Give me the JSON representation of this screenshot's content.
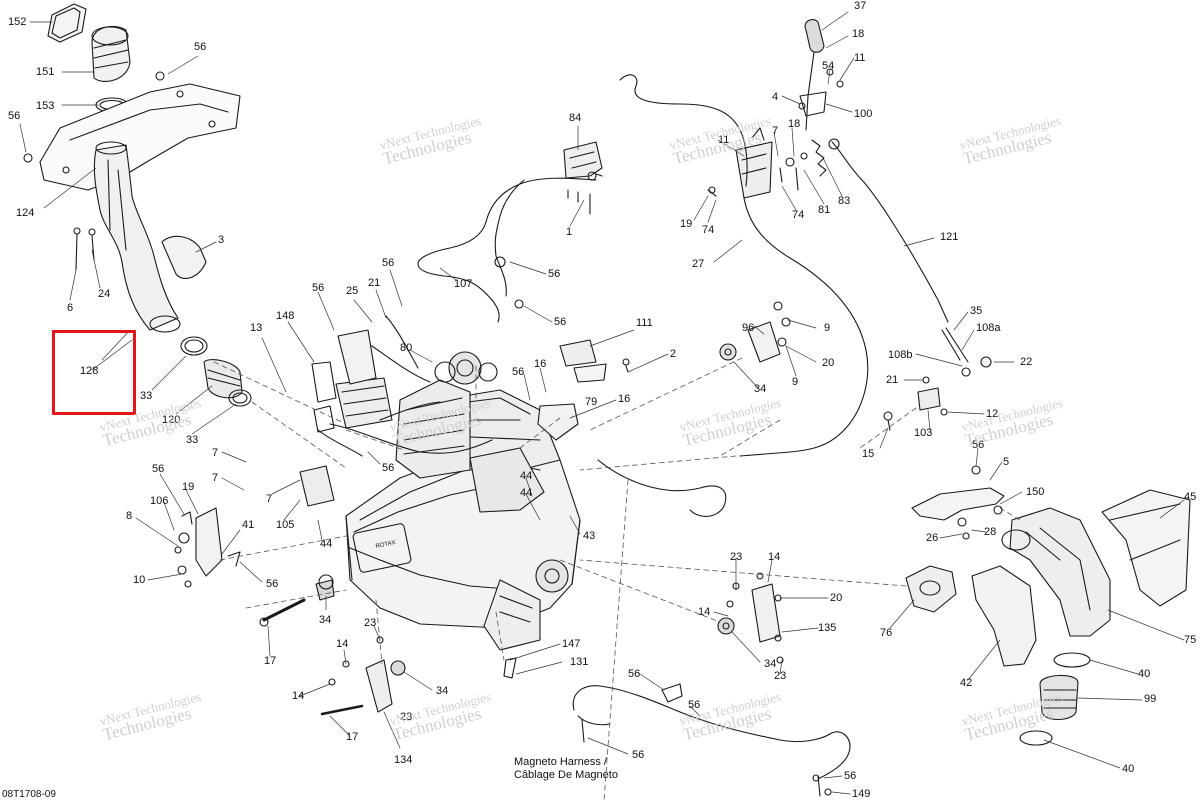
{
  "diagram": {
    "callouts": [
      {
        "id": "c1",
        "text": "152"
      },
      {
        "id": "c2",
        "text": "151"
      },
      {
        "id": "c3",
        "text": "153"
      },
      {
        "id": "c4",
        "text": "56"
      },
      {
        "id": "c5",
        "text": "56"
      },
      {
        "id": "c6",
        "text": "124"
      },
      {
        "id": "c7",
        "text": "3"
      },
      {
        "id": "c8",
        "text": "6"
      },
      {
        "id": "c9",
        "text": "24"
      },
      {
        "id": "c10",
        "text": "128"
      },
      {
        "id": "c11",
        "text": "33"
      },
      {
        "id": "c12",
        "text": "120"
      },
      {
        "id": "c13",
        "text": "33"
      },
      {
        "id": "c14",
        "text": "13"
      },
      {
        "id": "c15",
        "text": "148"
      },
      {
        "id": "c16",
        "text": "56"
      },
      {
        "id": "c17",
        "text": "25"
      },
      {
        "id": "c18",
        "text": "21"
      },
      {
        "id": "c19",
        "text": "56"
      },
      {
        "id": "c20",
        "text": "80"
      },
      {
        "id": "c21",
        "text": "84"
      },
      {
        "id": "c22",
        "text": "1"
      },
      {
        "id": "c23",
        "text": "107"
      },
      {
        "id": "c24",
        "text": "56"
      },
      {
        "id": "c25",
        "text": "56"
      },
      {
        "id": "c26",
        "text": "111"
      },
      {
        "id": "c27",
        "text": "2"
      },
      {
        "id": "c28",
        "text": "16"
      },
      {
        "id": "c29",
        "text": "56"
      },
      {
        "id": "c30",
        "text": "79"
      },
      {
        "id": "c31",
        "text": "16"
      },
      {
        "id": "c32",
        "text": "7"
      },
      {
        "id": "c33",
        "text": "7"
      },
      {
        "id": "c34",
        "text": "7"
      },
      {
        "id": "c35",
        "text": "56"
      },
      {
        "id": "c36",
        "text": "105"
      },
      {
        "id": "c37",
        "text": "44"
      },
      {
        "id": "c38",
        "text": "44"
      },
      {
        "id": "c39",
        "text": "44"
      },
      {
        "id": "c40",
        "text": "43"
      },
      {
        "id": "c41",
        "text": "56"
      },
      {
        "id": "c42",
        "text": "19"
      },
      {
        "id": "c43",
        "text": "106"
      },
      {
        "id": "c44",
        "text": "8"
      },
      {
        "id": "c45",
        "text": "41"
      },
      {
        "id": "c46",
        "text": "10"
      },
      {
        "id": "c47",
        "text": "56"
      },
      {
        "id": "c48",
        "text": "34"
      },
      {
        "id": "c49",
        "text": "17"
      },
      {
        "id": "c50",
        "text": "14"
      },
      {
        "id": "c51",
        "text": "23"
      },
      {
        "id": "c52",
        "text": "14"
      },
      {
        "id": "c53",
        "text": "34"
      },
      {
        "id": "c54",
        "text": "17"
      },
      {
        "id": "c55",
        "text": "23"
      },
      {
        "id": "c56",
        "text": "134"
      },
      {
        "id": "c57",
        "text": "147"
      },
      {
        "id": "c58",
        "text": "131"
      },
      {
        "id": "c59",
        "text": "56"
      },
      {
        "id": "c60",
        "text": "56"
      },
      {
        "id": "c61",
        "text": "56"
      },
      {
        "id": "c62",
        "text": "56"
      },
      {
        "id": "c63",
        "text": "149"
      },
      {
        "id": "c64",
        "text": "37"
      },
      {
        "id": "c65",
        "text": "18"
      },
      {
        "id": "c66",
        "text": "11"
      },
      {
        "id": "c67",
        "text": "54"
      },
      {
        "id": "c68",
        "text": "4"
      },
      {
        "id": "c69",
        "text": "100"
      },
      {
        "id": "c70",
        "text": "18"
      },
      {
        "id": "c71",
        "text": "7"
      },
      {
        "id": "c72",
        "text": "11"
      },
      {
        "id": "c73",
        "text": "83"
      },
      {
        "id": "c74",
        "text": "19"
      },
      {
        "id": "c75",
        "text": "74"
      },
      {
        "id": "c76",
        "text": "74"
      },
      {
        "id": "c77",
        "text": "81"
      },
      {
        "id": "c78",
        "text": "27"
      },
      {
        "id": "c79",
        "text": "121"
      },
      {
        "id": "c80",
        "text": "9"
      },
      {
        "id": "c81",
        "text": "96"
      },
      {
        "id": "c82",
        "text": "20"
      },
      {
        "id": "c83",
        "text": "9"
      },
      {
        "id": "c84",
        "text": "34"
      },
      {
        "id": "c85",
        "text": "35"
      },
      {
        "id": "c86",
        "text": "108a"
      },
      {
        "id": "c87",
        "text": "108b"
      },
      {
        "id": "c88",
        "text": "22"
      },
      {
        "id": "c89",
        "text": "21"
      },
      {
        "id": "c90",
        "text": "12"
      },
      {
        "id": "c91",
        "text": "103"
      },
      {
        "id": "c92",
        "text": "15"
      },
      {
        "id": "c93",
        "text": "56"
      },
      {
        "id": "c94",
        "text": "5"
      },
      {
        "id": "c95",
        "text": "150"
      },
      {
        "id": "c96",
        "text": "26"
      },
      {
        "id": "c97",
        "text": "28"
      },
      {
        "id": "c98",
        "text": "45"
      },
      {
        "id": "c99",
        "text": "76"
      },
      {
        "id": "c100",
        "text": "75"
      },
      {
        "id": "c101",
        "text": "42"
      },
      {
        "id": "c102",
        "text": "40"
      },
      {
        "id": "c103",
        "text": "99"
      },
      {
        "id": "c104",
        "text": "40"
      },
      {
        "id": "c105",
        "text": "23"
      },
      {
        "id": "c106",
        "text": "14"
      },
      {
        "id": "c107",
        "text": "14"
      },
      {
        "id": "c108",
        "text": "20"
      },
      {
        "id": "c109",
        "text": "135"
      },
      {
        "id": "c110",
        "text": "34"
      },
      {
        "id": "c111",
        "text": "23"
      }
    ],
    "caption_line1": "Magneto Harness /",
    "caption_line2": "Câblage De Magneto",
    "watermark_line1": "vNext Technologies",
    "watermark_line2": "Technologies",
    "document_id": "08T1708-09",
    "engine_stamp": "ROTAX",
    "highlight_color": "#e0161b"
  }
}
